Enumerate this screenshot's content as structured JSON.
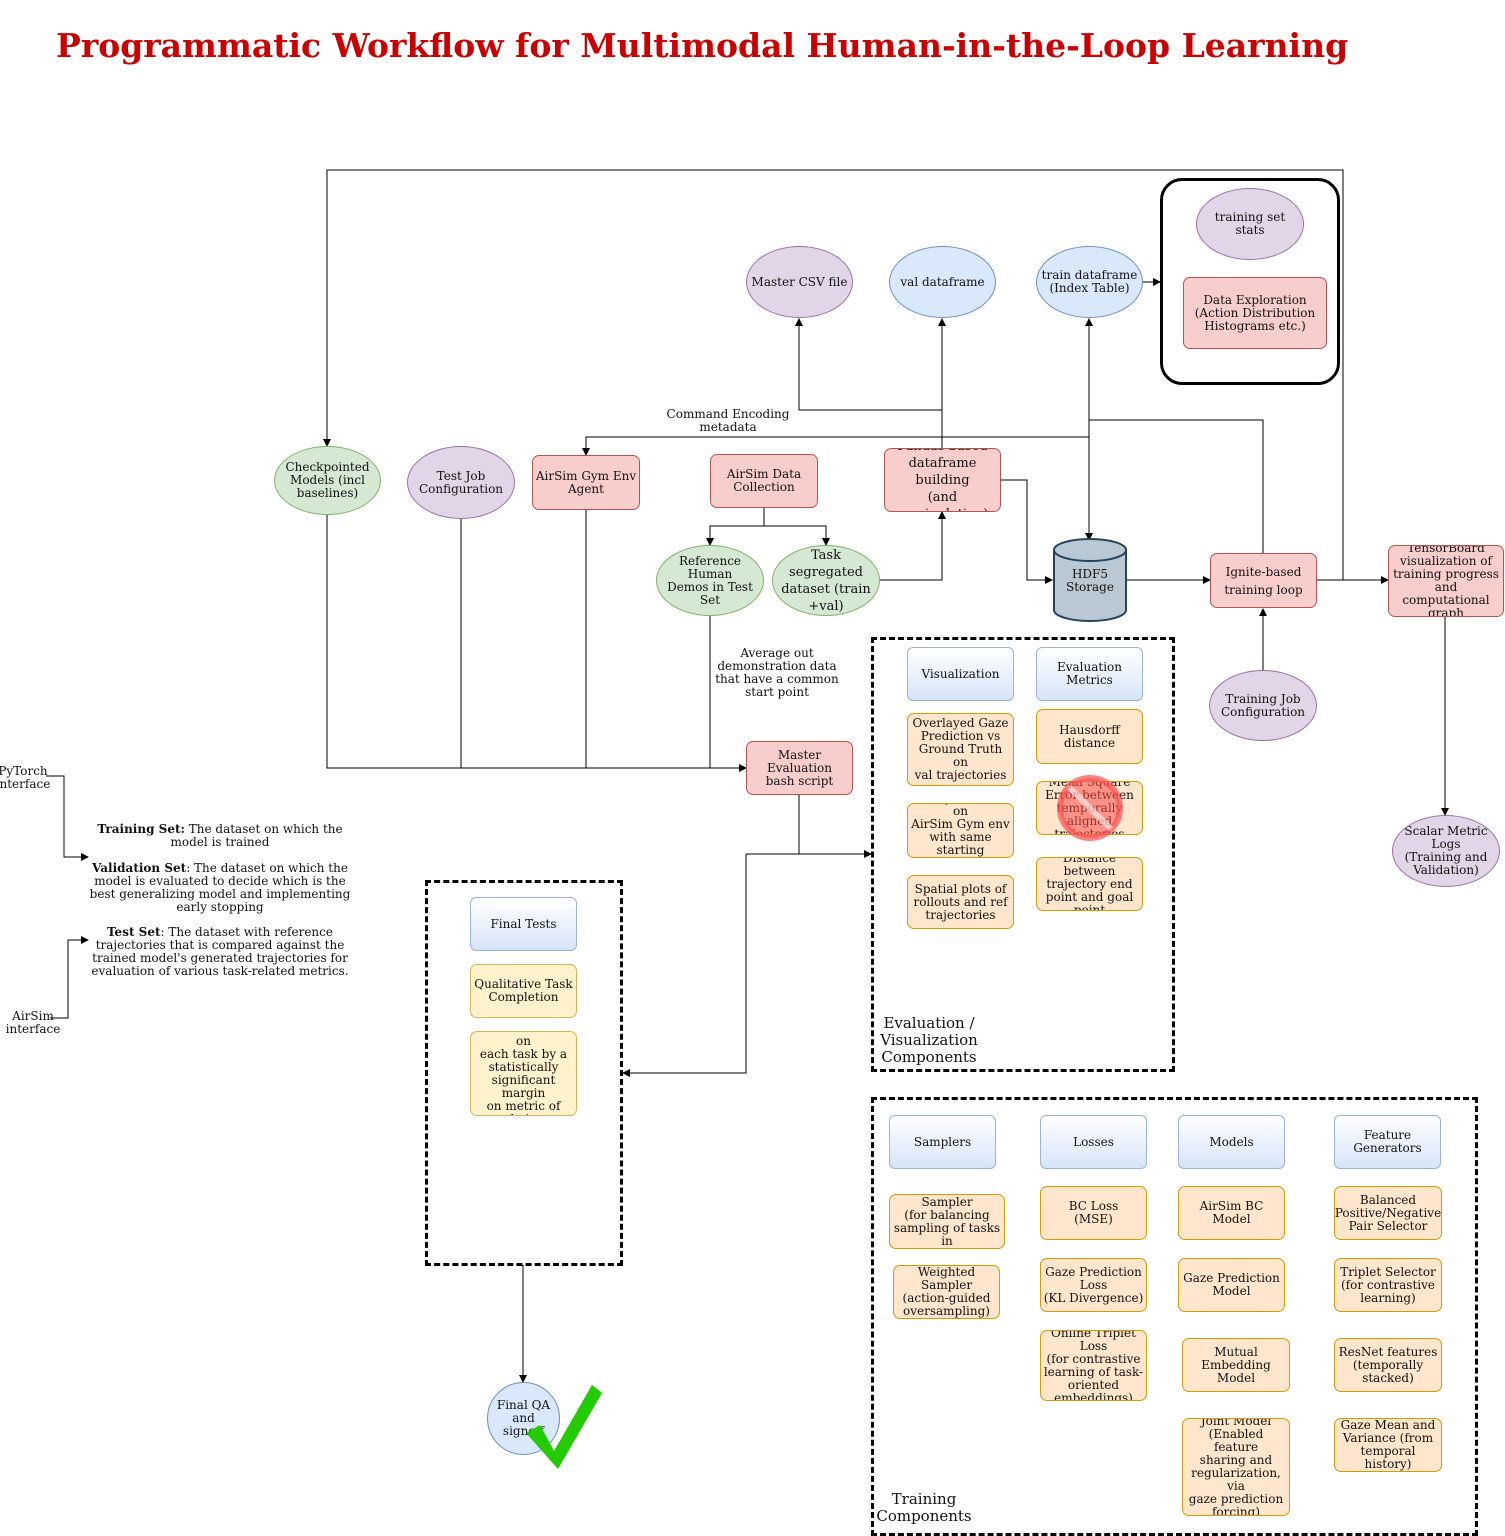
{
  "title": "Programmatic Workflow for Multimodal Human-in-the-Loop Learning",
  "nodes": {
    "master_csv": "Master CSV file",
    "val_df": "val dataframe",
    "train_df": "train dataframe\n(Index Table)",
    "training_stats": "training set stats",
    "data_exploration": "Data Exploration\n(Action Distribution\nHistograms etc.)",
    "checkpointed_models": "Checkpointed\nModels (incl\nbaselines)",
    "test_job_config": "Test Job\nConfiguration",
    "airsim_gym_agent": "AirSim Gym Env\nAgent",
    "airsim_data_collection": "AirSim Data\nCollection",
    "pandas_df": "Pandas-based\ndataframe building\n(and manipulation)",
    "reference_demos": "Reference Human\nDemos in Test Set",
    "task_segregated": "Task segregated\ndataset (train\n+val)",
    "hdf5": "HDF5\nStorage",
    "ignite_loop": "Ignite-based\ntraining loop",
    "tensorboard": "TensorBoard\nvisualization of\ntraining progress\nand computational\ngraph",
    "training_job_config": "Training Job\nConfiguration",
    "scalar_logs": "Scalar Metric Logs\n(Training and\nValidation)",
    "master_eval": "Master Evaluation\nbash script",
    "final_qa": "Final QA\nand signoff"
  },
  "labels": {
    "command_encoding": "Command Encoding\nmetadata",
    "average_out": "Average out\ndemonstration data\nthat have a common\nstart point",
    "pytorch": "PyTorch\ninterface",
    "airsim": "AirSim\ninterface"
  },
  "definitions": {
    "training_term": "Training Set:",
    "training_text": "The dataset on which the model is trained",
    "validation_term": "Validation Set",
    "validation_text": ": The dataset on which the model is evaluated to decide which is the best generalizing model and implementing early stopping",
    "test_term": "Test Set",
    "test_text": ": The dataset with reference trajectories that is compared against the trained model's generated trajectories for evaluation of various task-related metrics."
  },
  "eval_group": {
    "label": "Evaluation /\nVisualization\nComponents",
    "visualization_header": "Visualization",
    "metrics_header": "Evaluation Metrics",
    "viz_items": [
      "Overlayed Gaze\nPrediction vs\nGround Truth on\nval trajectories",
      "Policy Rollouts on\nAirSim Gym env\nwith same starting\npoint as ref traj",
      "Spatial plots of\nrollouts and ref\ntrajectories"
    ],
    "metric_items": [
      "Hausdorff distance",
      "Mean Square\nError between\ntemporally aligned\ntrajectories",
      "Distance between\ntrajectory end\npoint and goal\npoint"
    ]
  },
  "final_group": {
    "header": "Final Tests",
    "items": [
      "Qualitative Task\nCompletion",
      "Beat Vanilla BC on\neach task by a\nstatistically\nsignificant margin\non metric of choice"
    ]
  },
  "training_group": {
    "label": "Training\nComponents",
    "samplers_header": "Samplers",
    "losses_header": "Losses",
    "models_header": "Models",
    "features_header": "Feature\nGenerators",
    "samplers": [
      "Stratified Sampler\n(for balancing\nsampling of tasks in\ntrain/test splits)",
      "Weighted Sampler\n(action-guided\noversampling)"
    ],
    "losses": [
      "BC Loss\n(MSE)",
      "Gaze Prediction\nLoss\n(KL Divergence)",
      "Online Triplet Loss\n(for contrastive\nlearning of task-\noriented\nembeddings)"
    ],
    "models": [
      "AirSim BC Model",
      "Gaze Prediction\nModel",
      "Mutual Embedding\nModel",
      "Joint Model\n(Enabled feature\nsharing and\nregularization, via\ngaze prediction\nforcing)"
    ],
    "features": [
      "Balanced\nPositive/Negative\nPair Selector",
      "Triplet Selector\n(for contrastive\nlearning)",
      "ResNet features\n(temporally\nstacked)",
      "Gaze Mean and\nVariance (from\ntemporal history)"
    ]
  },
  "colors": {
    "title": "#cc0000",
    "red_fill": "#f8cecc",
    "purple_fill": "#e1d5e7",
    "blue_fill": "#dae8fc",
    "green_fill": "#d5e8d4",
    "orange_fill": "#ffe6cc",
    "yellow_fill": "#fff2cc",
    "checkmark": "#22cc00",
    "prohibit": "#ff4d4d"
  },
  "icons": {
    "hdf5": "cylinder-database-icon",
    "final_qa": "checkmark-icon",
    "mse": "prohibited-icon"
  }
}
